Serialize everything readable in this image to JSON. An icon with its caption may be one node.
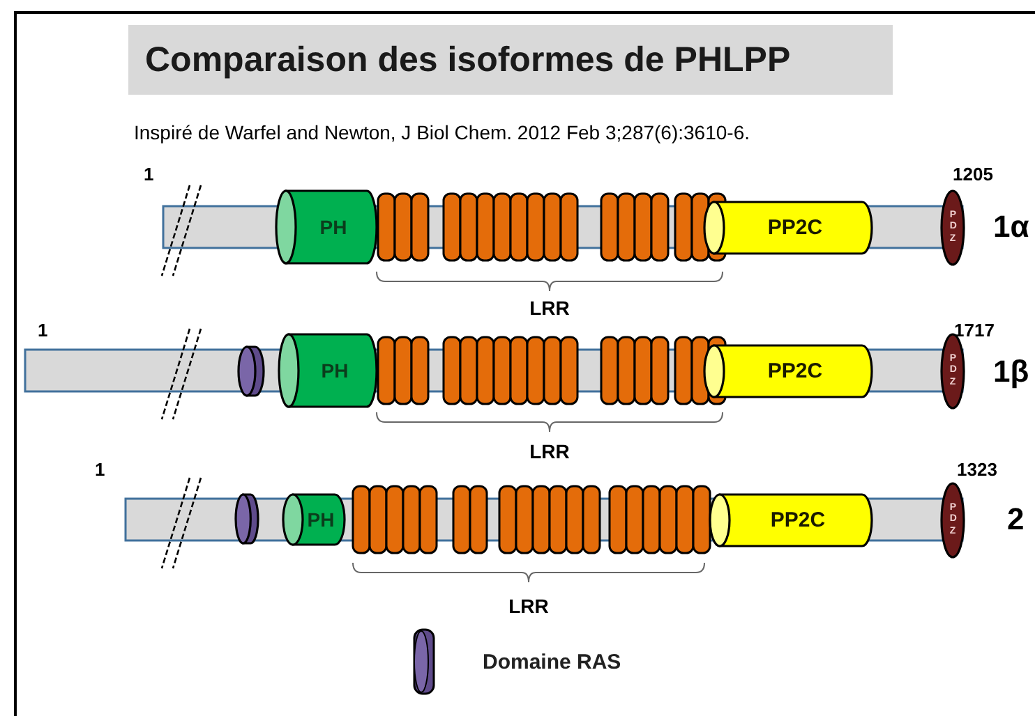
{
  "diagram": {
    "title": "Comparaison des isoformes de PHLPP",
    "nodes": [
      {
        "text": [
          "PH"
        ]
      },
      {
        "text": [
          "PP2C"
        ]
      },
      {
        "text": [
          "PDZ"
        ]
      },
      {
        "text": [],
        "shape": "cylinder"
      },
      {
        "text": [
          "PH"
        ]
      },
      {
        "text": [
          "PP2C"
        ]
      },
      {
        "text": [
          "PDZ"
        ]
      },
      {
        "text": [],
        "shape": "cylinder"
      },
      {
        "text": [
          "PH"
        ]
      },
      {
        "text": [
          "PP2C"
        ]
      },
      {
        "text": [
          "PDZ"
        ]
      }
    ],
    "labels": [
      "Inspiré de Warfel and Newton, J Biol Chem. 2012 Feb 3;287(6):3610-6.",
      "1",
      "1205",
      "1α",
      "LRR",
      "1",
      "1717",
      "1β",
      "LRR",
      "1",
      "1323",
      "2",
      "LRR"
    ],
    "legend": [
      {
        "text": "Domaine RAS"
      }
    ]
  }
}
